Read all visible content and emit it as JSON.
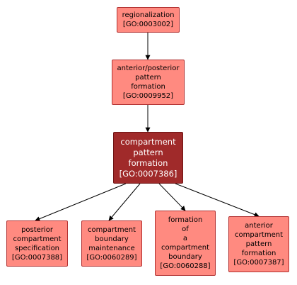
{
  "nodes": {
    "regionalization": {
      "lines": [
        "regionalization",
        "[GO:0003002]"
      ]
    },
    "anterior_posterior": {
      "lines": [
        "anterior/posterior",
        "pattern",
        "formation",
        "[GO:0009952]"
      ]
    },
    "compartment_pattern_formation": {
      "lines": [
        "compartment",
        "pattern",
        "formation",
        "[GO:0007386]"
      ]
    },
    "posterior_compartment_specification": {
      "lines": [
        "posterior",
        "compartment",
        "specification",
        "[GO:0007388]"
      ]
    },
    "compartment_boundary_maintenance": {
      "lines": [
        "compartment",
        "boundary",
        "maintenance",
        "[GO:0060289]"
      ]
    },
    "formation_of_compartment_boundary": {
      "lines": [
        "formation",
        "of",
        "a",
        "compartment",
        "boundary",
        "[GO:0060288]"
      ]
    },
    "anterior_compartment_pattern_formation": {
      "lines": [
        "anterior",
        "compartment",
        "pattern",
        "formation",
        "[GO:0007387]"
      ]
    }
  },
  "colors": {
    "node_fill": "#ff8a80",
    "node_border": "#b03030",
    "focus_fill": "#a02a2a",
    "focus_text": "#ffffff",
    "edge": "#000000"
  }
}
